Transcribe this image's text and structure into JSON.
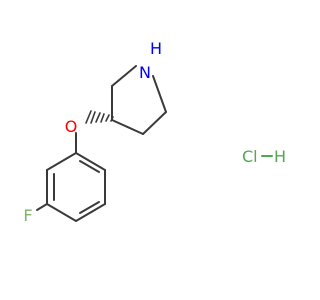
{
  "molecule": {
    "atoms": {
      "nitrogen": {
        "symbol": "N",
        "hydrogen": "H",
        "color": "#0000ff"
      },
      "oxygen": {
        "symbol": "O",
        "color": "#ff0000"
      },
      "fluorine": {
        "symbol": "F",
        "color": "#7fb26b"
      }
    },
    "salt": {
      "chlorine": {
        "symbol": "Cl",
        "color": "#52a852"
      },
      "hydrogen": {
        "symbol": "H",
        "color": "#52a852"
      }
    },
    "bond_color": "#3a3a3a"
  }
}
